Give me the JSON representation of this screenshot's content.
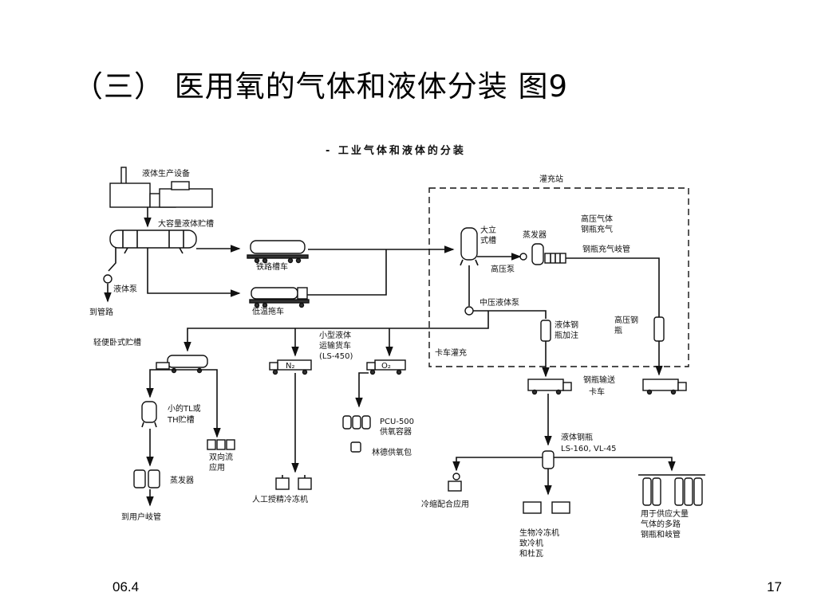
{
  "slide": {
    "title": "（三） 医用氧的气体和液体分装 图9",
    "footer_left": "06.4",
    "footer_right": "17"
  },
  "diagram": {
    "caption": "- 工业气体和液体的分装",
    "labels": {
      "plant": "液体生产设备",
      "bulk_tank": "大容量液体贮槽",
      "liquid_pump": "液体泵",
      "to_pipeline": "到管路",
      "rail_tanker": "铁路槽车",
      "cryo_trailer": "低温拖车",
      "filling_station": "灌充站",
      "vertical_tank_1": "大立",
      "vertical_tank_2": "式槽",
      "evaporator": "蒸发器",
      "hp_gas_1": "高压气体",
      "hp_gas_2": "钢瓶充气",
      "manifold": "钢瓶充气岐管",
      "hp_pump": "高压泵",
      "mp_pump": "中压液体泵",
      "liquid_cyl_1": "液体钢",
      "liquid_cyl_2": "瓶加注",
      "hp_cyl_1": "高压钢",
      "hp_cyl_2": "瓶",
      "truck_filling": "卡车灌充",
      "small_truck_1": "小型液体",
      "small_truck_2": "运输货车",
      "small_truck_3": "(LS-450)",
      "n2": "N₂",
      "o2": "O₂",
      "light_tank": "轻便卧式贮槽",
      "tl_tank_1": "小的TL或",
      "tl_tank_2": "TH贮槽",
      "bidir_1": "双向流",
      "bidir_2": "应用",
      "evap2": "蒸发器",
      "to_user": "到用户岐管",
      "ai_freezer": "人工授精冷冻机",
      "pcu_1": "PCU-500",
      "pcu_2": "供氧容器",
      "linde": "林德供氧包",
      "cyl_truck_1": "钢瓶输送",
      "cyl_truck_2": "卡车",
      "liq_cyl_1": "液体钢瓶",
      "liq_cyl_2": "LS-160, VL-45",
      "cold_shrink": "冷缩配合应用",
      "bio_1": "生物冷冻机",
      "bio_2": "致冷机",
      "bio_3": "和杜瓦",
      "supply_1": "用于供应大量",
      "supply_2": "气体的多路",
      "supply_3": "钢瓶和岐管"
    }
  }
}
